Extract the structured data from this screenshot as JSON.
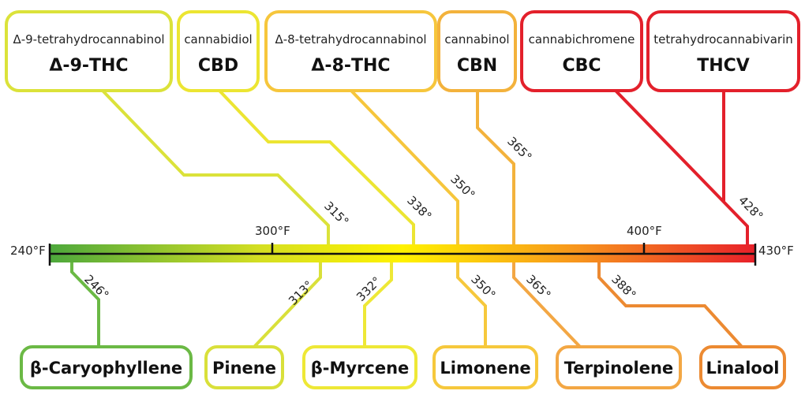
{
  "scale": {
    "min_label": "240°F",
    "t300_label": "300°F",
    "t400_label": "400°F",
    "max_label": "430°F",
    "gradient_colors": [
      "#4da83c",
      "#d5df22",
      "#fff200",
      "#f7941d",
      "#e8202a"
    ]
  },
  "cannabinoids": [
    {
      "full": "Δ-9-tetrahydrocannabinol",
      "abbr": "Δ-9-THC",
      "temp": "315°",
      "color": "#dbe23a"
    },
    {
      "full": "cannabidiol",
      "abbr": "CBD",
      "temp": "338°",
      "color": "#ece532"
    },
    {
      "full": "Δ-8-tetrahydrocannabinol",
      "abbr": "Δ-8-THC",
      "temp": "350°",
      "color": "#f6c63c"
    },
    {
      "full": "cannabinol",
      "abbr": "CBN",
      "temp": "365°",
      "color": "#f3b23c"
    },
    {
      "full": "cannabichromene",
      "abbr": "CBC",
      "temp": "",
      "color": "#e3202b"
    },
    {
      "full": "tetrahydrocannabivarin",
      "abbr": "THCV",
      "temp": "428°",
      "color": "#e3202b"
    }
  ],
  "terpenes": [
    {
      "name": "β-Caryophyllene",
      "temp": "246°",
      "color": "#6bb945"
    },
    {
      "name": "Pinene",
      "temp": "313°",
      "color": "#d9e03a"
    },
    {
      "name": "β-Myrcene",
      "temp": "332°",
      "color": "#eee836"
    },
    {
      "name": "Limonene",
      "temp": "350°",
      "color": "#f6c83c"
    },
    {
      "name": "Terpinolene",
      "temp": "365°",
      "color": "#f3a744"
    },
    {
      "name": "Linalool",
      "temp": "388°",
      "color": "#ec8a32"
    }
  ]
}
